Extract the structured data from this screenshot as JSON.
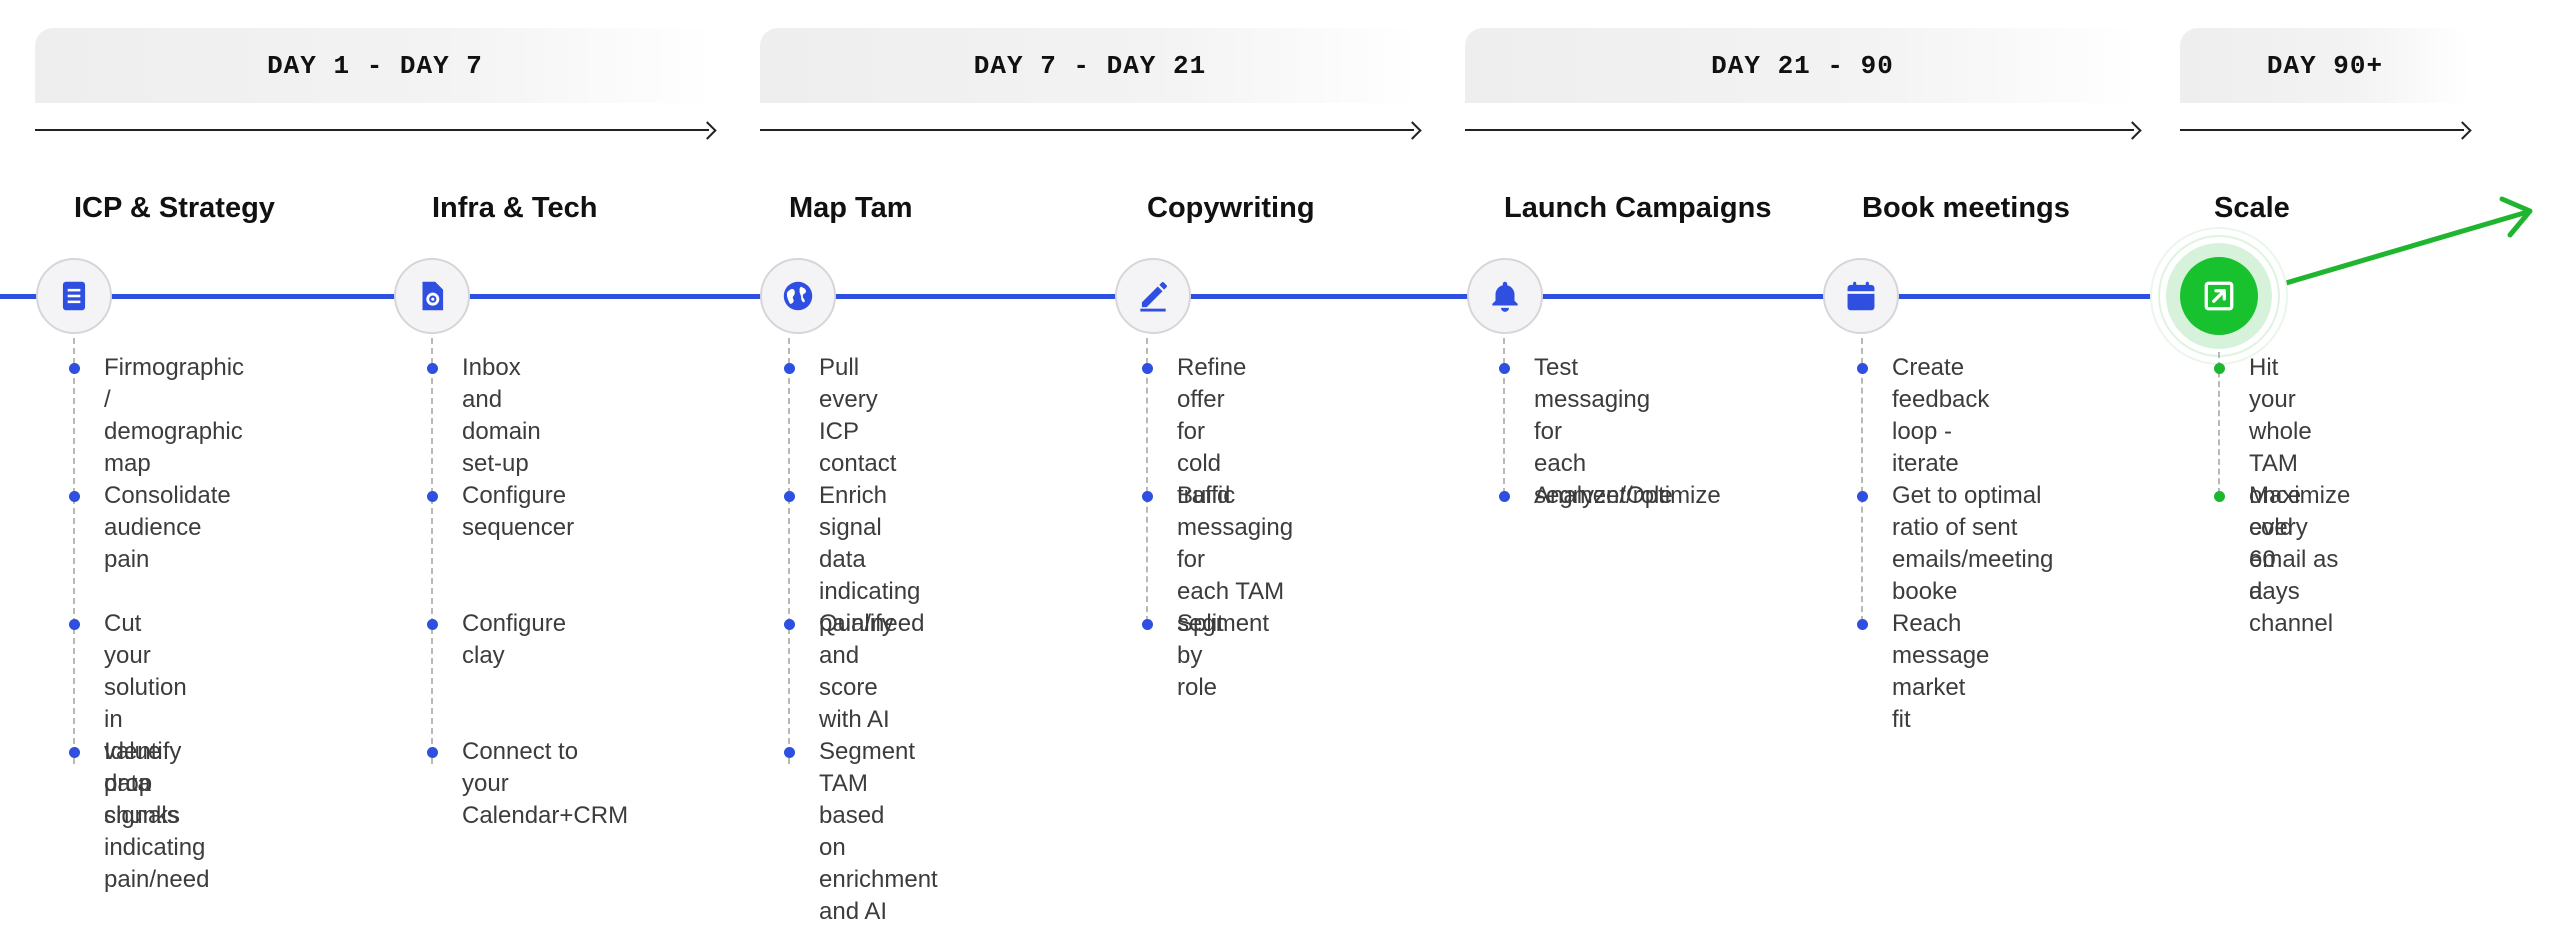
{
  "phases": [
    {
      "label": "DAY 1 - DAY 7"
    },
    {
      "label": "DAY 7 - DAY 21"
    },
    {
      "label": "DAY 21 - 90"
    },
    {
      "label": "DAY 90+"
    }
  ],
  "colors": {
    "accent": "#2f4fe0",
    "success": "#1fb52f",
    "dashed_line": "#b8b8b8"
  },
  "stages": [
    {
      "title": "ICP & Strategy",
      "icon": "document-icon",
      "items": [
        {
          "line1": "Firmographic /",
          "line2": "demographic map"
        },
        {
          "line1": "Consolidate",
          "line2": "audience pain"
        },
        {
          "line1": "Cut your solution in",
          "line2": "value prop chunks"
        },
        {
          "line1": "Identify data signals",
          "line2": "indicating pain/need"
        }
      ]
    },
    {
      "title": "Infra & Tech",
      "icon": "settings-file-icon",
      "items": [
        {
          "line1": "Inbox and domain",
          "line2": "set-up"
        },
        {
          "line1": "Configure sequencer",
          "line2": ""
        },
        {
          "line1": "Configure clay",
          "line2": ""
        },
        {
          "line1": "Connect to your",
          "line2": "Calendar+CRM"
        }
      ]
    },
    {
      "title": "Map Tam",
      "icon": "globe-icon",
      "items": [
        {
          "line1": "Pull every ICP",
          "line2": "contact"
        },
        {
          "line1": "Enrich signal data",
          "line2": "indicating pain/need"
        },
        {
          "line1": "Qualify and score",
          "line2": "with AI"
        },
        {
          "line1": "Segment TAM based",
          "line2": "on enrichment and AI"
        }
      ]
    },
    {
      "title": "Copywriting",
      "icon": "pencil-icon",
      "items": [
        {
          "line1": "Refine offer for",
          "line2": "cold traffic"
        },
        {
          "line1": "Build messaging for",
          "line2": "each TAM segment"
        },
        {
          "line1": "Split by role",
          "line2": ""
        }
      ]
    },
    {
      "title": "Launch Campaigns",
      "icon": "bell-icon",
      "items": [
        {
          "line1": "Test messaging for",
          "line2": "each segment/role"
        },
        {
          "line1": "Analyze/Optimize",
          "line2": ""
        }
      ]
    },
    {
      "title": "Book meetings",
      "icon": "calendar-icon",
      "items": [
        {
          "line1": "Create feedback",
          "line2": "loop - iterate"
        },
        {
          "line1": "Get to optimal ratio of sent",
          "line2": "emails/meeting booke"
        },
        {
          "line1": "Reach message",
          "line2": "market fit"
        }
      ]
    },
    {
      "title": "Scale",
      "icon": "external-arrow-icon",
      "items": [
        {
          "line1": "Hit your whole TAM once",
          "line2": "every 60 days"
        },
        {
          "line1": "Maximize cold email as a",
          "line2": "channel"
        }
      ]
    }
  ]
}
